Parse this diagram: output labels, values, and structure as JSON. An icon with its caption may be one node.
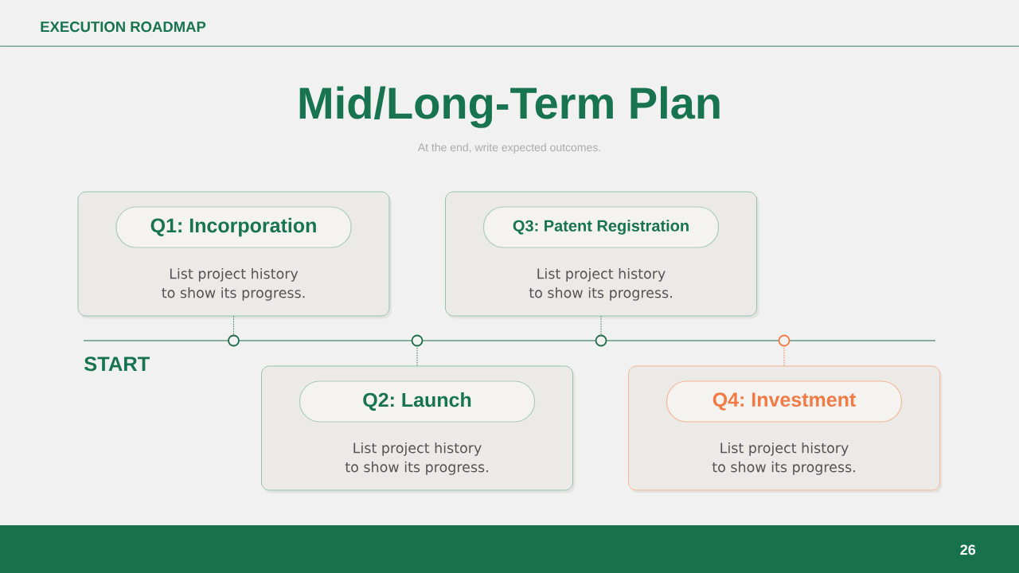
{
  "diagram": {
    "title": "Mid/Long-Term Plan",
    "nodes": [
      {
        "text": [
          "List project history to show its progress."
        ]
      },
      {
        "text": [
          "Q1: Incorporation"
        ],
        "in": 0
      },
      {
        "text": [
          "List project history to show its progress."
        ]
      },
      {
        "text": [
          "Q3: Patent Registration"
        ],
        "in": 2
      },
      {
        "text": [],
        "shape": "circle"
      },
      {
        "text": [],
        "shape": "circle"
      },
      {
        "text": [],
        "shape": "circle"
      },
      {
        "text": [],
        "shape": "circle"
      },
      {
        "text": [
          "List project history to show its progress."
        ]
      },
      {
        "text": [
          "Q2: Launch"
        ],
        "in": 8
      },
      {
        "text": [
          "List project history to show its progress."
        ]
      },
      {
        "text": [
          "Q4: Investment"
        ],
        "in": 10
      }
    ],
    "edges": [
      {
        "from": 0,
        "to": 4,
        "arrow": "none",
        "style": "dashed"
      },
      {
        "from": 8,
        "to": 5,
        "arrow": "none",
        "style": "dashed"
      },
      {
        "from": 2,
        "to": 6,
        "arrow": "none",
        "style": "dashed"
      },
      {
        "from": 10,
        "to": 7,
        "arrow": "none",
        "style": "dashed",
        "color": "#f27a45"
      }
    ],
    "labels": [
      "EXECUTION ROADMAP",
      "At the end, write expected outcomes.",
      "START",
      "26"
    ]
  }
}
